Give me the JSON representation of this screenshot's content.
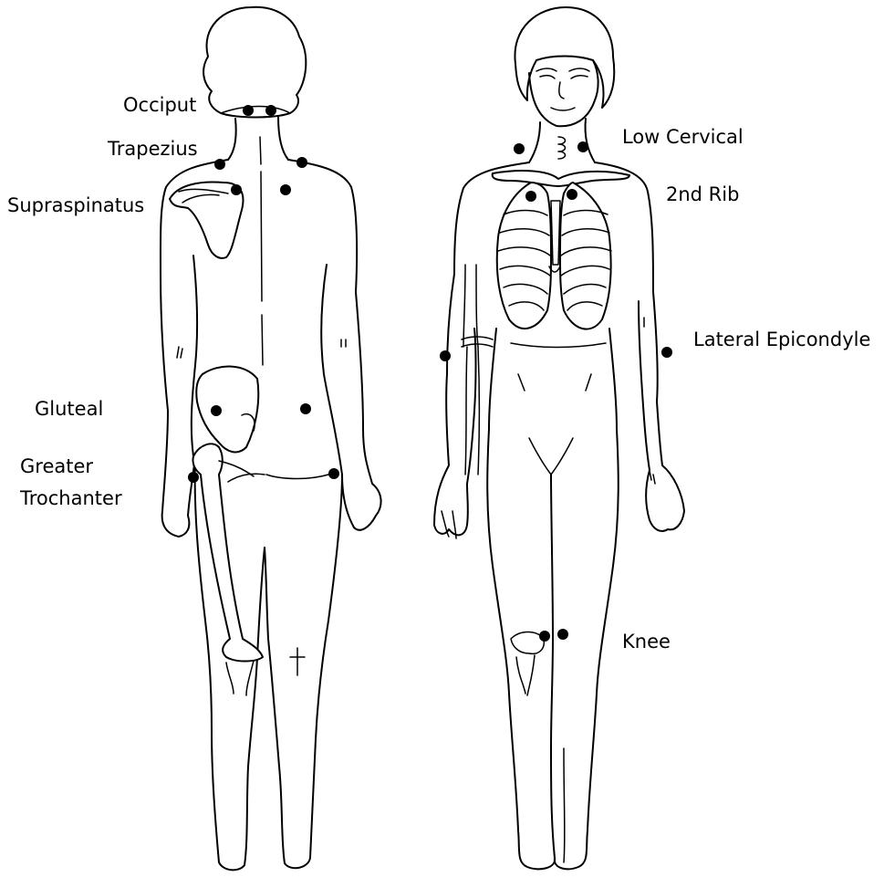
{
  "colors": {
    "ink": "#000000",
    "background": "#ffffff"
  },
  "labels": {
    "occiput": "Occiput",
    "trapezius": "Trapezius",
    "supraspinatus": "Supraspinatus",
    "gluteal": "Gluteal",
    "greater_trochanter_line1": "Greater",
    "greater_trochanter_line2": "Trochanter",
    "low_cervical": "Low Cervical",
    "second_rib": "2nd Rib",
    "lateral_epicondyle": "Lateral Epicondyle",
    "knee": "Knee"
  },
  "figures": [
    {
      "view": "posterior",
      "tender_points": [
        "occiput",
        "occiput",
        "trapezius",
        "trapezius",
        "supraspinatus",
        "supraspinatus",
        "gluteal",
        "gluteal",
        "greater-trochanter",
        "greater-trochanter"
      ]
    },
    {
      "view": "anterior",
      "tender_points": [
        "low-cervical",
        "low-cervical",
        "second-rib",
        "second-rib",
        "lateral-epicondyle",
        "lateral-epicondyle",
        "knee",
        "knee"
      ]
    }
  ]
}
